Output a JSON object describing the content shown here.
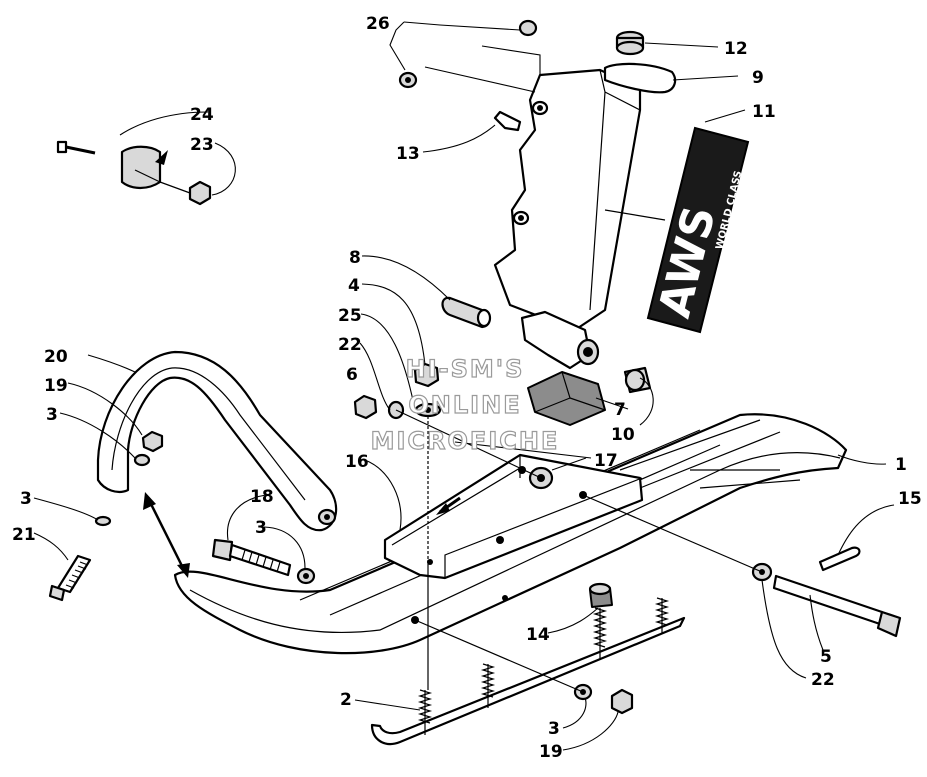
{
  "watermark": {
    "line1": "HI-SM'S",
    "line2": "ONLINE",
    "line3": "MICROFICHE"
  },
  "decal": {
    "text": "AWS",
    "subtext": "WORLD CLASS"
  },
  "callouts": {
    "c1": "1",
    "c2": "2",
    "c3a": "3",
    "c3b": "3",
    "c3c": "3",
    "c3d": "3",
    "c4": "4",
    "c5": "5",
    "c6": "6",
    "c7": "7",
    "c8": "8",
    "c9": "9",
    "c10": "10",
    "c11": "11",
    "c12": "12",
    "c13": "13",
    "c14": "14",
    "c15": "15",
    "c16": "16",
    "c17": "17",
    "c18": "18",
    "c19a": "19",
    "c19b": "19",
    "c20": "20",
    "c21": "21",
    "c22a": "22",
    "c22b": "22",
    "c23": "23",
    "c24": "24",
    "c25": "25",
    "c26": "26"
  }
}
